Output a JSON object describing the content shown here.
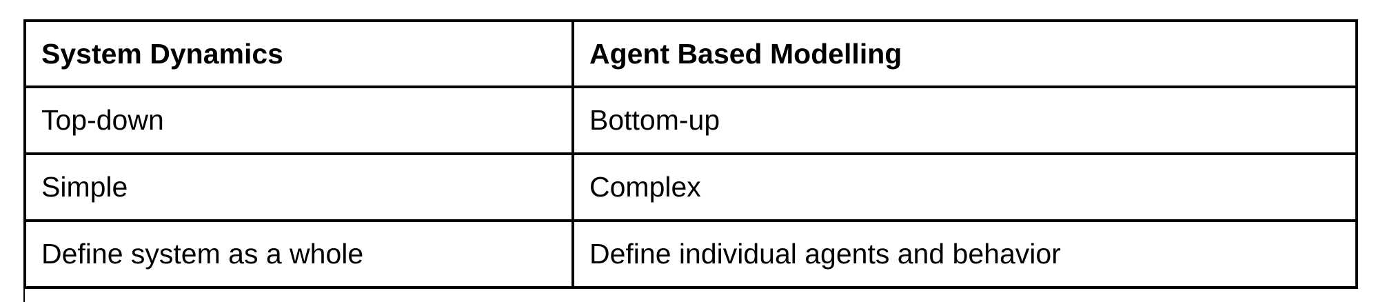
{
  "table": {
    "headers": [
      "System Dynamics",
      "Agent Based Modelling"
    ],
    "rows": [
      [
        "Top-down",
        "Bottom-up"
      ],
      [
        "Simple",
        "Complex"
      ],
      [
        "Define system as a whole",
        "Define individual agents and behavior"
      ]
    ]
  }
}
